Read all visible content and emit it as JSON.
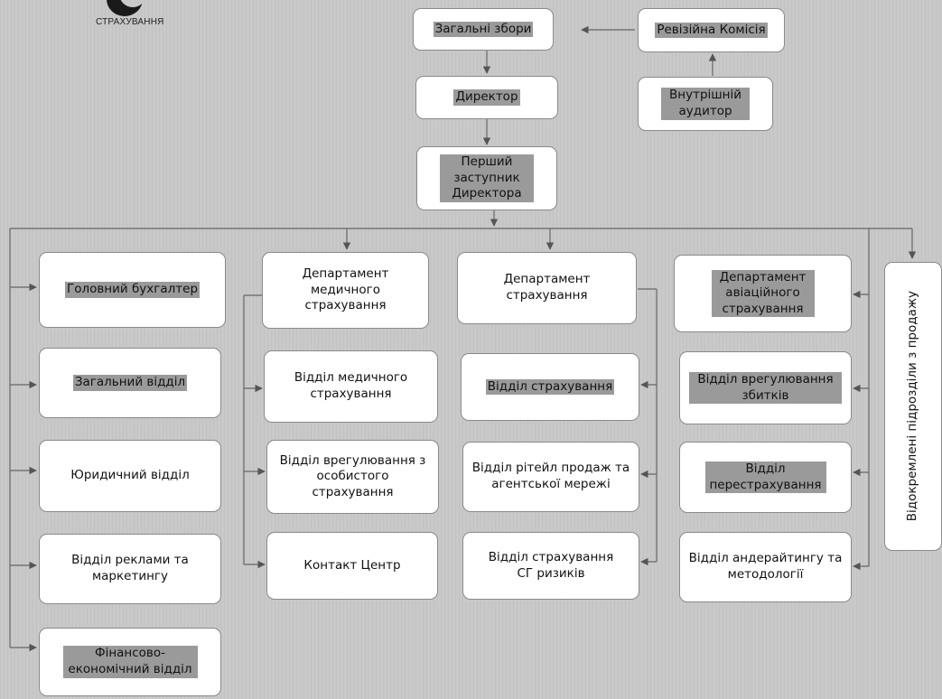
{
  "logo": {
    "text": "СТРАХУВАННЯ"
  },
  "boxes": {
    "general_meeting": "Загальні збори",
    "audit_commission": "Ревізійна Комісія",
    "director": "Директор",
    "internal_auditor": "Внутрішній аудитор",
    "first_deputy": "Перший заступник Директора",
    "chief_accountant": "Головний бухгалтер",
    "general_department": "Загальний відділ",
    "legal_department": "Юридичний відділ",
    "advertising_department": "Відділ реклами та маркетингу",
    "finance_department": "Фінансово-економічний відділ",
    "medical_department": "Департамент медичного страхування",
    "medical_insurance_division": "Відділ медичного страхування",
    "personal_claims_division": "Відділ врегулювання з особистого страхування",
    "contact_center": "Контакт Центр",
    "insurance_department": "Департамент страхування",
    "insurance_division": "Відділ страхування",
    "retail_agency_division": "Відділ рітейл продаж та агентської мережі",
    "sg_risks_division": "Відділ страхування СГ ризиків",
    "aviation_department": "Департамент авіаційного страхування",
    "claims_division": "Відділ врегулювання збитків",
    "reinsurance_division": "Відділ перестрахування",
    "underwriting_division": "Відділ андерайтингу та методології",
    "separate_sales_units": "Відокремлені підрозділи з продажу"
  }
}
